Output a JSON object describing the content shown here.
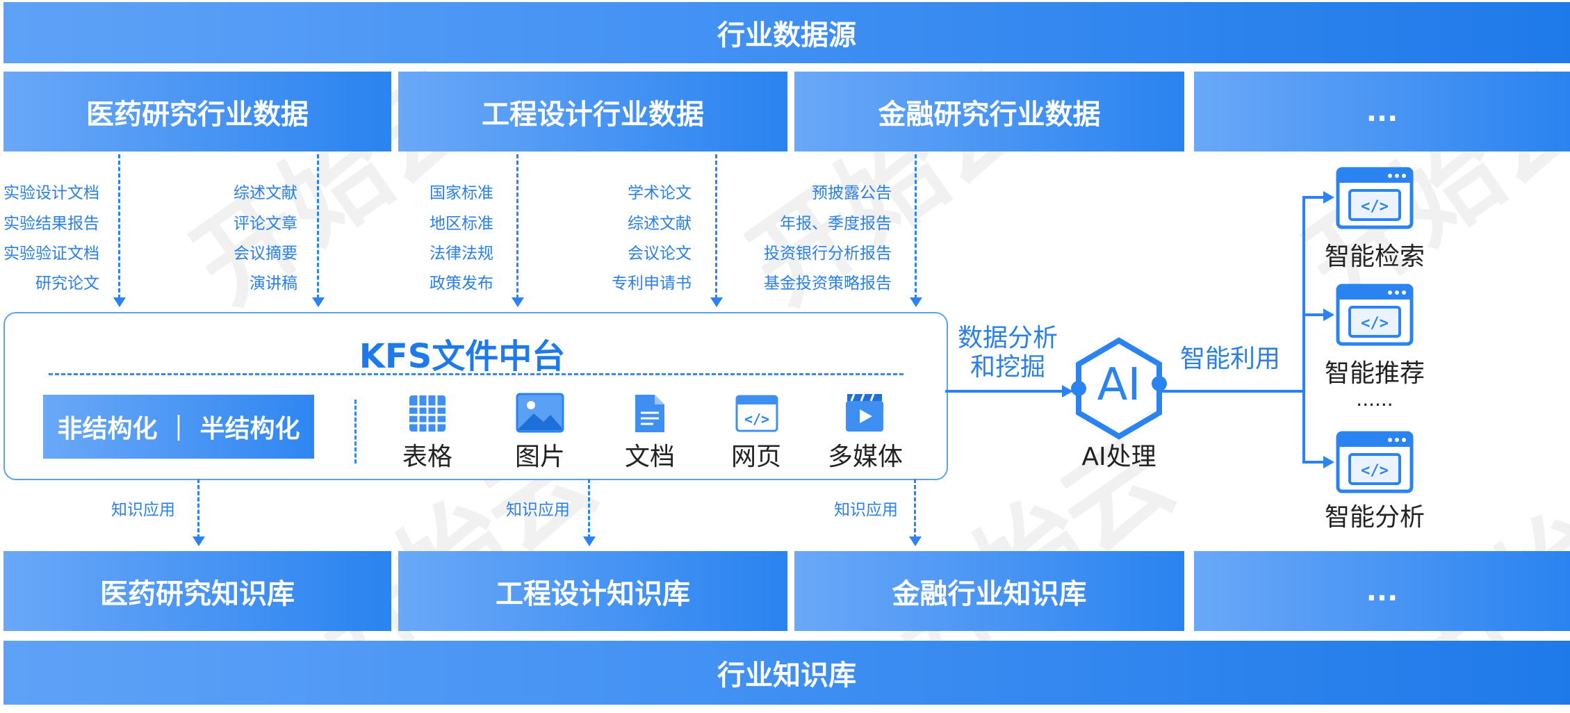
{
  "top_title": "行业数据源",
  "source_headers": [
    "医药研究行业数据",
    "工程设计行业数据",
    "金融研究行业数据",
    "..."
  ],
  "sources": {
    "pharma_left": [
      "实验设计文档",
      "实验结果报告",
      "实验验证文档",
      "研究论文"
    ],
    "pharma_right": [
      "综述文献",
      "评论文章",
      "会议摘要",
      "演讲稿"
    ],
    "eng_left": [
      "国家标准",
      "地区标准",
      "法律法规",
      "政策发布"
    ],
    "eng_right": [
      "学术论文",
      "综述文献",
      "会议论文",
      "专利申请书"
    ],
    "fin": [
      "预披露公告",
      "年报、季度报告",
      "投资银行分析报告",
      "基金投资策略报告"
    ]
  },
  "platform": {
    "title": "KFS文件中台",
    "structure": "非结构化 ｜ 半结构化",
    "types": [
      "表格",
      "图片",
      "文档",
      "网页",
      "多媒体"
    ]
  },
  "flow": {
    "analysis_line1": "数据分析",
    "analysis_line2": "和挖掘",
    "ai_icon": "AI",
    "ai_label": "AI处理",
    "use_label": "智能利用"
  },
  "outputs": [
    "智能检索",
    "智能推荐",
    "......",
    "智能分析"
  ],
  "knowledge_label": "知识应用",
  "kb_headers": [
    "医药研究知识库",
    "工程设计知识库",
    "金融行业知识库",
    "..."
  ],
  "bottom_title": "行业知识库",
  "watermark": "开始云",
  "colors": {
    "accent": "#2a83f0",
    "text_blue": "#2a7fe6"
  }
}
